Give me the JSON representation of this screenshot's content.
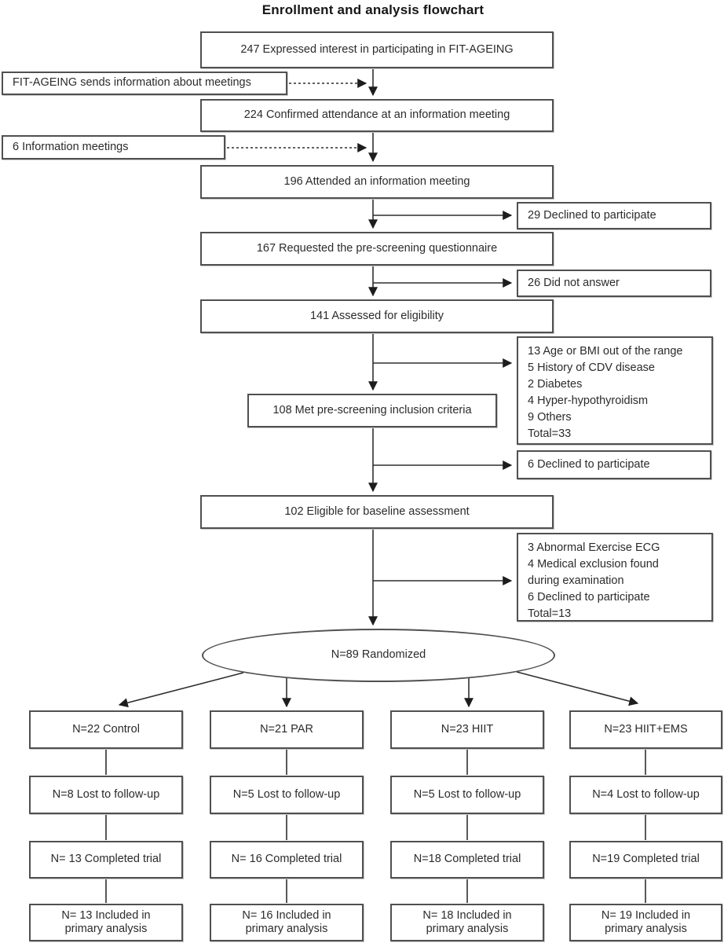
{
  "title": "Enrollment and analysis flowchart",
  "colors": {
    "box_border": "#505050",
    "text": "#2b2b2b",
    "connector": "#2f2f2f"
  },
  "flow": {
    "main": [
      {
        "text": "247 Expressed interest in participating in FIT-AGEING"
      },
      {
        "text": "224 Confirmed attendance at an information meeting"
      },
      {
        "text": "196 Attended an information meeting"
      },
      {
        "text": "167 Requested the pre-screening questionnaire"
      },
      {
        "text": "141 Assessed for eligibility"
      },
      {
        "text": "108 Met pre-screening inclusion criteria"
      },
      {
        "text": "102 Eligible for baseline assessment"
      }
    ],
    "side_left": [
      {
        "text": "FIT-AGEING sends information about meetings"
      },
      {
        "text": "6 Information meetings"
      }
    ],
    "side_right": [
      {
        "text": "29 Declined to participate"
      },
      {
        "text": "26 Did not answer"
      },
      {
        "text": "13 Age or BMI out of the range\n5 History of CDV disease\n2 Diabetes\n4 Hyper-hypothyroidism\n9 Others\nTotal=33"
      },
      {
        "text": "6 Declined to participate"
      },
      {
        "text": "3 Abnormal Exercise ECG\n4 Medical exclusion found\nduring examination\n6 Declined to participate\nTotal=13"
      }
    ],
    "randomized": "N=89 Randomized",
    "arms": [
      {
        "name": "N=22 Control",
        "lost": "N=8 Lost to follow-up",
        "completed": "N= 13 Completed trial",
        "included": "N= 13 Included in\nprimary analysis"
      },
      {
        "name": "N=21 PAR",
        "lost": "N=5 Lost to follow-up",
        "completed": "N= 16 Completed trial",
        "included": "N= 16 Included in\nprimary analysis"
      },
      {
        "name": "N=23 HIIT",
        "lost": "N=5 Lost to follow-up",
        "completed": "N=18 Completed trial",
        "included": "N= 18 Included in\nprimary analysis"
      },
      {
        "name": "N=23 HIIT+EMS",
        "lost": "N=4 Lost to follow-up",
        "completed": "N=19 Completed trial",
        "included": "N= 19 Included in\nprimary analysis"
      }
    ]
  }
}
